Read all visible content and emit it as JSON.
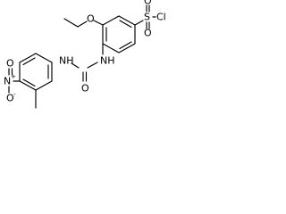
{
  "labels": {
    "sulfur": "S",
    "sulfonyl_oxygen_top": "O",
    "sulfonyl_oxygen_bottom": "O",
    "chlorine": "Cl",
    "ether_oxygen": "O",
    "urea_nh_left": "NH",
    "urea_carbonyl_oxygen": "O",
    "urea_nh_right": "NH",
    "nitro_nitrogen": "N",
    "nitro_charge_plus": "+",
    "nitro_oxygen_top": "O",
    "nitro_oxygen_bottom": "O",
    "nitro_charge_minus": "-"
  }
}
